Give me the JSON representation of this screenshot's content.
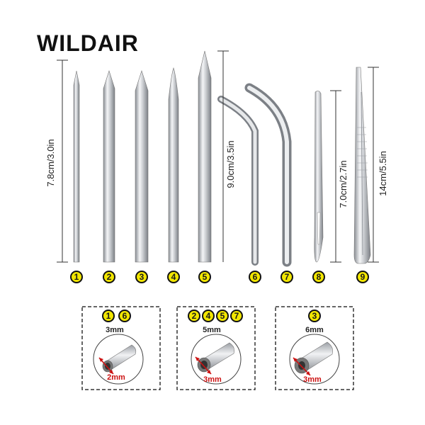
{
  "brand": "WILDAIR",
  "needles": [
    {
      "number": "1"
    },
    {
      "number": "2"
    },
    {
      "number": "3"
    },
    {
      "number": "4"
    },
    {
      "number": "5"
    },
    {
      "number": "6"
    },
    {
      "number": "7"
    },
    {
      "number": "8"
    },
    {
      "number": "9"
    }
  ],
  "dimensions": {
    "short": "7.8cm/3.0in",
    "medium": "9.0cm/3.5in",
    "lacing": "7.0cm/2.7in",
    "tweezers": "14cm/5.5in"
  },
  "specs": [
    {
      "numbers": [
        "1",
        "6"
      ],
      "outer": "3mm",
      "inner": "2mm"
    },
    {
      "numbers": [
        "2",
        "4",
        "5",
        "7"
      ],
      "outer": "5mm",
      "inner": "3mm"
    },
    {
      "numbers": [
        "3"
      ],
      "outer": "6mm",
      "inner": "3mm"
    }
  ],
  "colors": {
    "badge": "#f2e600",
    "arrow": "#cc1111",
    "steel": "#b8bcc2"
  }
}
